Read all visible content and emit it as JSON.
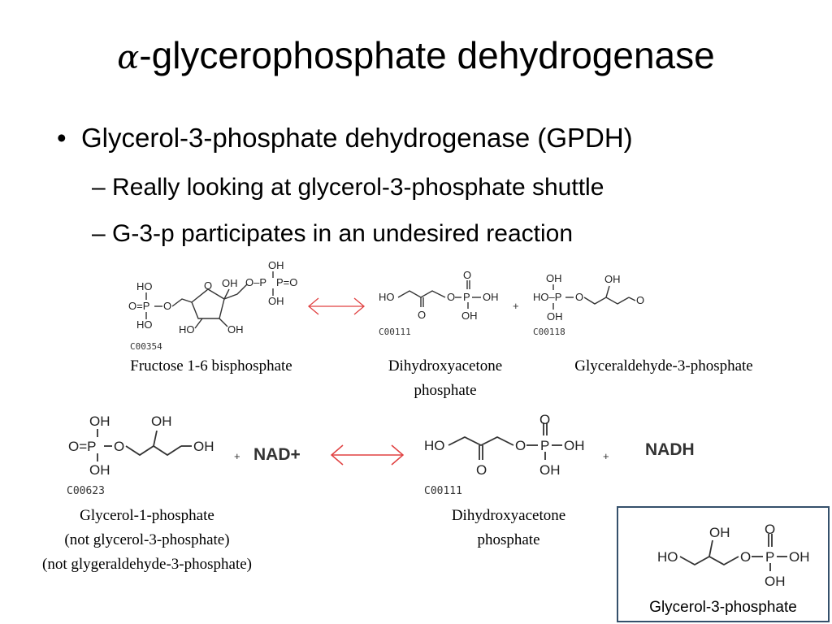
{
  "slide": {
    "title_symbol": "α",
    "title_text": "-glycerophosphate dehydrogenase",
    "bullets": {
      "main": "Glycerol-3-phosphate dehydrogenase (GPDH)",
      "bullet_symbol": "•",
      "dash": "–",
      "sub": [
        "Really looking at glycerol-3-phosphate shuttle",
        "G-3-p participates in an undesired reaction"
      ]
    }
  },
  "reaction1": {
    "substrate": {
      "compound_id": "C00354",
      "name": "Fructose 1-6 bisphosphate",
      "atoms": {
        "ho": "HO",
        "oh": "OH",
        "o": "O",
        "p": "P",
        "op_eq": "O=P",
        "p_eq_o": "P=O",
        "o_p": "O–P"
      }
    },
    "product1": {
      "compound_id": "C00111",
      "name_line1": "Dihydroxyacetone",
      "name_line2": "phosphate",
      "atoms": {
        "ho": "HO",
        "o": "O",
        "oh": "OH",
        "p": "P"
      }
    },
    "plus": "+",
    "product2": {
      "compound_id": "C00118",
      "name": "Glyceraldehyde-3-phosphate",
      "atoms": {
        "oh": "OH",
        "hop": "HO–P",
        "o": "O"
      }
    },
    "arrow_color": "#e04040"
  },
  "reaction2": {
    "substrate": {
      "compound_id": "C00623",
      "name_line1": "Glycerol-1-phosphate",
      "name_line2": "(not glycerol-3-phosphate)",
      "name_line3": "(not glygeraldehyde-3-phosphate)",
      "atoms": {
        "oh": "OH",
        "op": "O=P",
        "o": "O"
      }
    },
    "cofactor_in": "NAD+",
    "plus": "+",
    "product": {
      "compound_id": "C00111",
      "name_line1": "Dihydroxyacetone",
      "name_line2": "phosphate",
      "atoms": {
        "ho": "HO",
        "o": "O",
        "oh": "OH",
        "p": "P"
      }
    },
    "cofactor_out": "NADH",
    "arrow_color": "#e04040"
  },
  "inset": {
    "caption": "Glycerol-3-phosphate",
    "atoms": {
      "ho": "HO",
      "oh": "OH",
      "o": "O",
      "p": "P"
    },
    "border_color": "#35506b"
  }
}
